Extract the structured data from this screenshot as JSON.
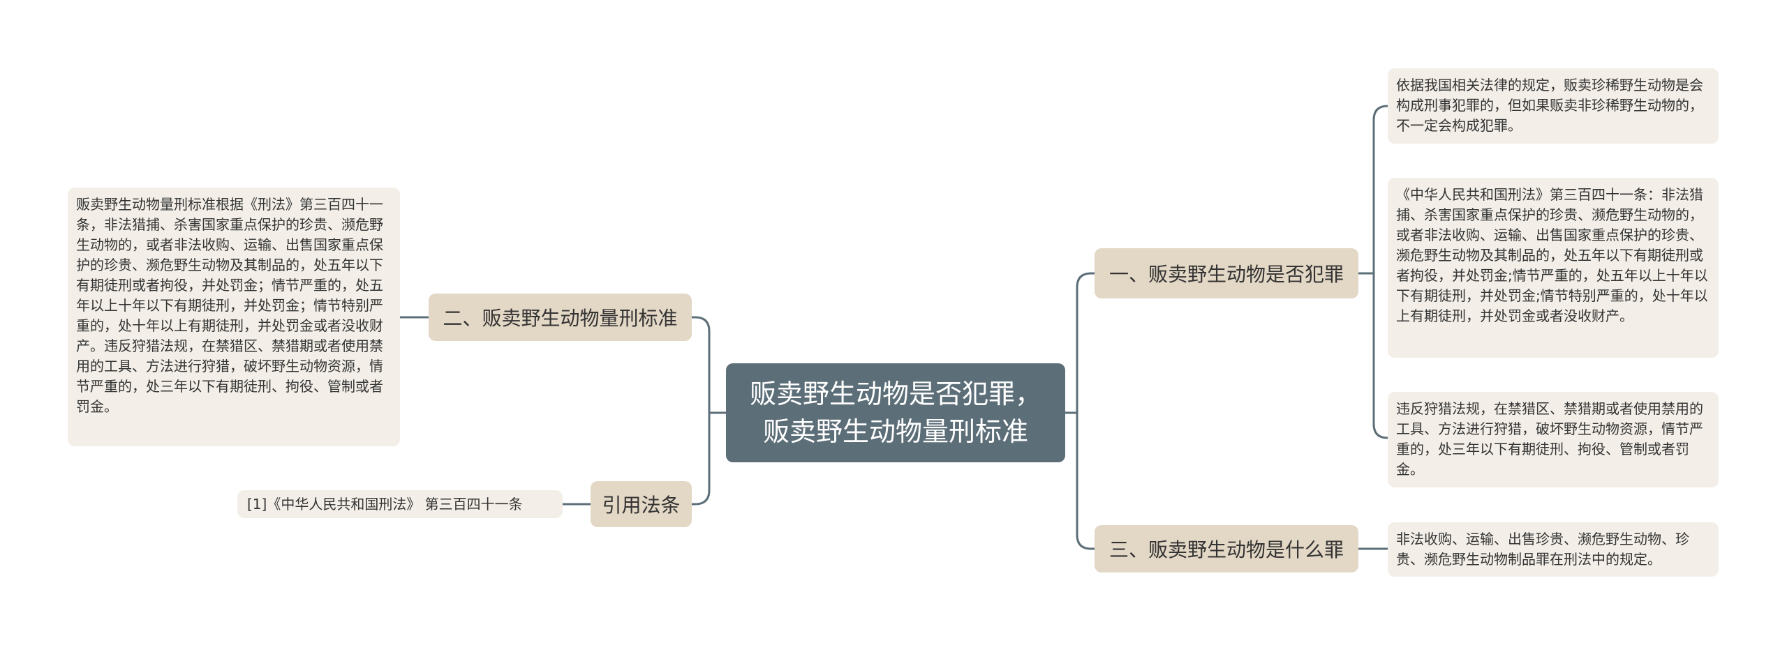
{
  "mindmap": {
    "root": {
      "label": "贩卖野生动物是否犯罪，贩卖野生动物量刑标准",
      "line1": "贩卖野生动物是否犯罪，",
      "line2": "贩卖野生动物量刑标准"
    },
    "right_branches": [
      {
        "label": "一、贩卖野生动物是否犯罪",
        "children": [
          "依据我国相关法律的规定，贩卖珍稀野生动物是会构成刑事犯罪的，但如果贩卖非珍稀野生动物的，不一定会构成犯罪。",
          "《中华人民共和国刑法》第三百四十一条：非法猎捕、杀害国家重点保护的珍贵、濒危野生动物的，或者非法收购、运输、出售国家重点保护的珍贵、濒危野生动物及其制品的，处五年以下有期徒刑或者拘役，并处罚金;情节严重的，处五年以上十年以下有期徒刑，并处罚金;情节特别严重的，处十年以上有期徒刑，并处罚金或者没收财产。",
          "违反狩猎法规，在禁猎区、禁猎期或者使用禁用的工具、方法进行狩猎，破坏野生动物资源，情节严重的，处三年以下有期徒刑、拘役、管制或者罚金。"
        ]
      },
      {
        "label": "三、贩卖野生动物是什么罪",
        "children": [
          "非法收购、运输、出售珍贵、濒危野生动物、珍贵、濒危野生动物制品罪在刑法中的规定。"
        ]
      }
    ],
    "left_branches": [
      {
        "label": "二、贩卖野生动物量刑标准",
        "children": [
          "贩卖野生动物量刑标准根据《刑法》第三百四十一条，非法猎捕、杀害国家重点保护的珍贵、濒危野生动物的，或者非法收购、运输、出售国家重点保护的珍贵、濒危野生动物及其制品的，处五年以下有期徒刑或者拘役，并处罚金；情节严重的，处五年以上十年以下有期徒刑，并处罚金；情节特别严重的，处十年以上有期徒刑，并处罚金或者没收财产。违反狩猎法规，在禁猎区、禁猎期或者使用禁用的工具、方法进行狩猎，破坏野生动物资源，情节严重的，处三年以下有期徒刑、拘役、管制或者罚金。"
        ]
      },
      {
        "label": "引用法条",
        "children": [
          "[1]《中华人民共和国刑法》 第三百四十一条"
        ]
      }
    ]
  },
  "colors": {
    "root_bg": "#5c6e78",
    "branch_bg": "#e3d7c5",
    "leaf_bg": "#f3efe8",
    "connector": "#5c6e78"
  }
}
